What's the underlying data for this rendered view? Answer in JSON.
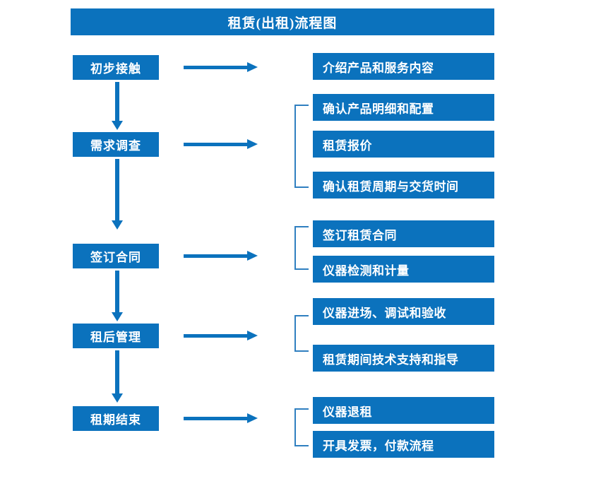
{
  "title": "租赁(出租)流程图",
  "colors": {
    "primary": "#0b72bd",
    "bracket": "#2f7fc0",
    "text_on_primary": "#ffffff",
    "background": "#ffffff"
  },
  "chart_data": {
    "type": "diagram",
    "title": "租赁(出租)流程图",
    "stages": [
      {
        "label": "初步接触",
        "details": [
          "介绍产品和服务内容"
        ],
        "bracketed": false
      },
      {
        "label": "需求调查",
        "details": [
          "确认产品明细和配置",
          "租赁报价",
          "确认租赁周期与交货时间"
        ],
        "bracketed": true
      },
      {
        "label": "签订合同",
        "details": [
          "签订租赁合同",
          "仪器检测和计量"
        ],
        "bracketed": true
      },
      {
        "label": "租后管理",
        "details": [
          "仪器进场、调试和验收",
          "租赁期间技术支持和指导"
        ],
        "bracketed": true
      },
      {
        "label": "租期结束",
        "details": [
          "仪器退租",
          "开具发票，付款流程"
        ],
        "bracketed": true
      }
    ],
    "flow_direction": "top-to-bottom",
    "connector_direction": "left-to-right"
  },
  "stages": {
    "s0": {
      "label": "初步接触"
    },
    "s1": {
      "label": "需求调查"
    },
    "s2": {
      "label": "签订合同"
    },
    "s3": {
      "label": "租后管理"
    },
    "s4": {
      "label": "租期结束"
    }
  },
  "details": {
    "d0": "介绍产品和服务内容",
    "d1": "确认产品明细和配置",
    "d2": "租赁报价",
    "d3": "确认租赁周期与交货时间",
    "d4": "签订租赁合同",
    "d5": "仪器检测和计量",
    "d6": "仪器进场、调试和验收",
    "d7": "租赁期间技术支持和指导",
    "d8": "仪器退租",
    "d9": "开具发票，付款流程"
  }
}
